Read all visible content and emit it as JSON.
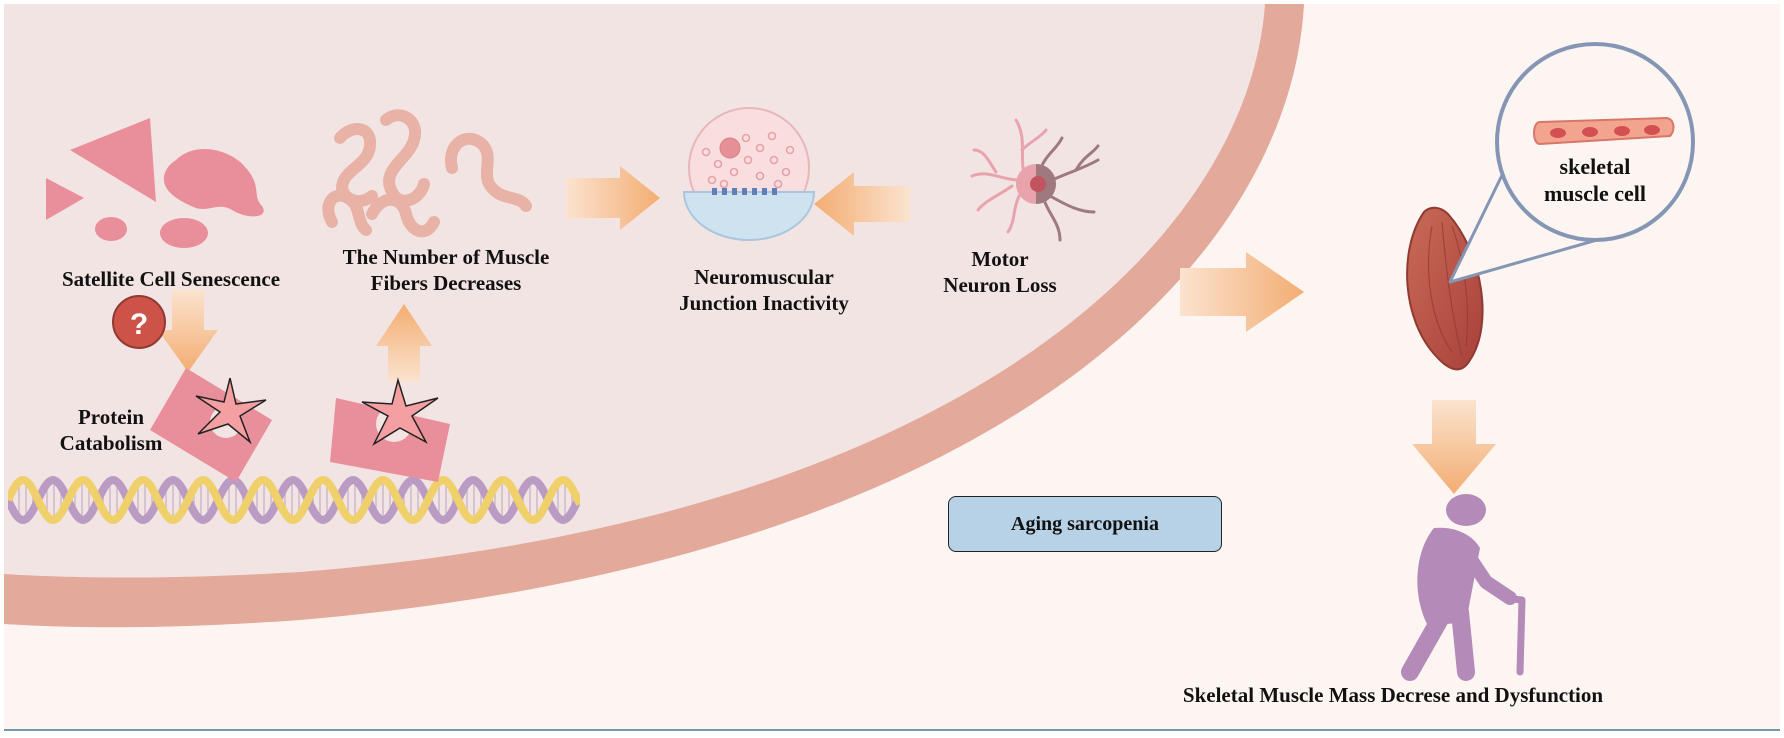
{
  "colors": {
    "nucleus_fill": "#f3e4e4",
    "membrane": "#e3a99a",
    "background": "#fdf5f2",
    "arrow": "#f3b27a",
    "pink_shape": "#e98f9b",
    "fiber": "#e8b2a6",
    "neuron": "#e9a3ac",
    "neuron_dark": "#9e7a7c",
    "person": "#b38ab8",
    "muscle": "#c7584a",
    "callout_ring": "#8596b4",
    "aging_box": "#b7d2e6",
    "dna_purple": "#b99bc4",
    "dna_yellow": "#f0d06a"
  },
  "labels": {
    "satellite": "Satellite Cell Senescence",
    "fibers_line1": "The Number of Muscle",
    "fibers_line2": "Fibers Decreases",
    "nmj_line1": "Neuromuscular",
    "nmj_line2": "Junction Inactivity",
    "motor_line1": "Motor",
    "motor_line2": "Neuron Loss",
    "protein_line1": "Protein",
    "protein_line2": "Catabolism",
    "skeletal_line1": "skeletal",
    "skeletal_line2": "muscle cell",
    "aging": "Aging sarcopenia",
    "outcome": "Skeletal Muscle Mass Decrese and Dysfunction",
    "question_mark": "?"
  },
  "icons": {
    "question": "question-icon",
    "star": "star-icon",
    "dna": "dna-helix-icon",
    "neuron": "neuron-icon",
    "synapse": "synapse-icon",
    "muscle": "muscle-icon",
    "person": "elderly-person-icon"
  }
}
